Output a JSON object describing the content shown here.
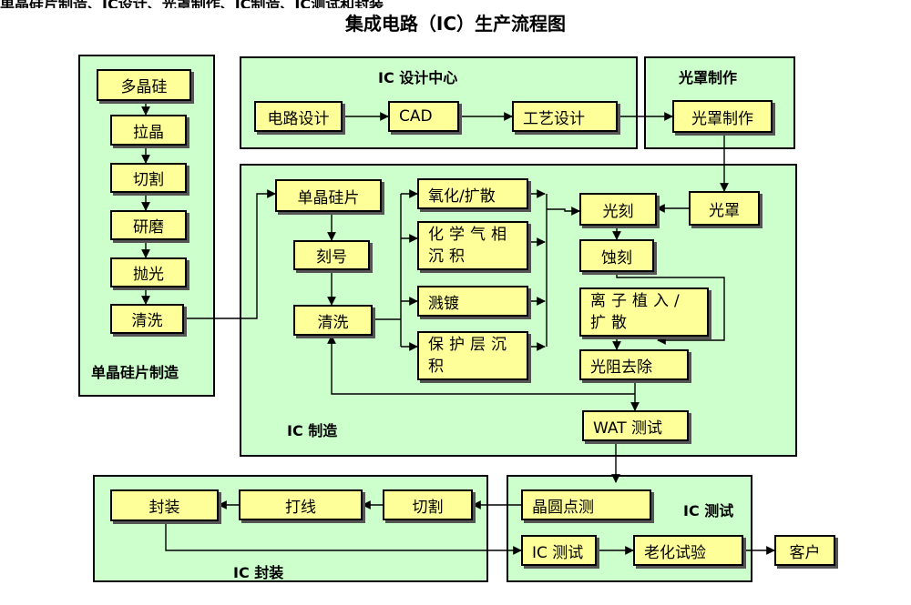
{
  "top_cut_text": "单晶硅片制造、IC设计、光罩制作、IC制造、IC测试和封装",
  "title": "集成电路（IC）生产流程图",
  "panels": {
    "wafer": "单晶硅片制造",
    "design": "IC 设计中心",
    "mask": "光罩制作",
    "fab": "IC 制造",
    "test": "IC 测试",
    "package": "IC 封装"
  },
  "boxes": {
    "polysilicon": "多晶硅",
    "crystal_pull": "拉晶",
    "slicing": "切割",
    "grinding": "研磨",
    "polishing": "抛光",
    "wafer_clean": "清洗",
    "circuit_design": "电路设计",
    "cad": "CAD",
    "process_design": "工艺设计",
    "mask_making": "光罩制作",
    "single_wafer": "单晶硅片",
    "marking": "刻号",
    "fab_clean": "清洗",
    "oxidation": "氧化/扩散",
    "cvd": "化学气相沉积",
    "sputter": "溅镀",
    "passivation": "保护层沉积",
    "photolitho": "光刻",
    "mask": "光罩",
    "etch": "蚀刻",
    "ion_implant": "离子植入/扩散",
    "resist_strip": "光阻去除",
    "wat_test": "WAT 测试",
    "wafer_probe": "晶圆点测",
    "ic_test": "IC 测试",
    "burn_in": "老化试验",
    "customer": "客户",
    "dicing": "切割",
    "wire_bond": "打线",
    "packaging": "封装"
  }
}
